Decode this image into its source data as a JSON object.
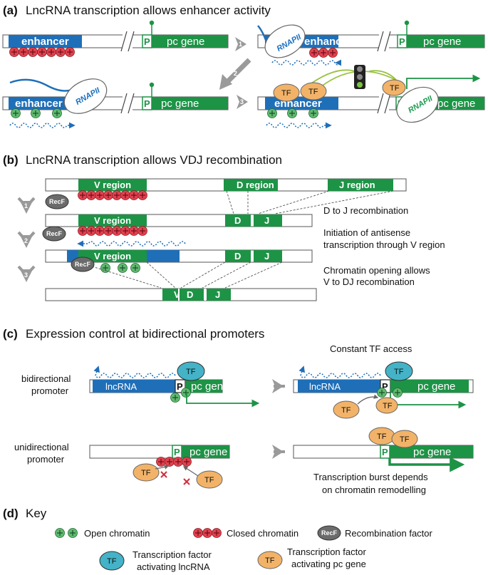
{
  "sections": {
    "a": {
      "letter": "(a)",
      "title": "LncRNA transcription allows enhancer activity"
    },
    "b": {
      "letter": "(b)",
      "title": "LncRNA transcription allows VDJ recombination"
    },
    "c": {
      "letter": "(c)",
      "title": "Expression control at bidirectional promoters"
    },
    "d": {
      "letter": "(d)",
      "title": "Key"
    }
  },
  "labels": {
    "enhancer": "enhancer",
    "pc_gene": "pc gene",
    "promoter": "P",
    "rnapii": "RNAPII",
    "tf": "TF",
    "recf": "RecF",
    "lncrna": "lncRNA",
    "v_region": "V region",
    "d_region": "D region",
    "j_region": "J region",
    "v": "V",
    "d": "D",
    "j": "J"
  },
  "steps": {
    "one": "1",
    "two": "2",
    "three": "3"
  },
  "b_notes": {
    "note1": "D to J recombination",
    "note2_line1": "Initiation of antisense",
    "note2_line2": "transcription through V region",
    "note3_line1": "Chromatin opening allows",
    "note3_line2": "V to DJ recombination"
  },
  "c_notes": {
    "bidirectional_line1": "bidirectional",
    "bidirectional_line2": "promoter",
    "unidirectional_line1": "unidirectional",
    "unidirectional_line2": "promoter",
    "constant": "Constant TF access",
    "burst_line1": "Transcription burst depends",
    "burst_line2": "on chromatin remodelling"
  },
  "key": {
    "open": "Open chromatin",
    "closed": "Closed chromatin",
    "recf": "Recombination  factor",
    "tf_lnc_line1": "Transcription factor",
    "tf_lnc_line2": "activating lncRNA",
    "tf_pc_line1": "Transcription factor",
    "tf_pc_line2": "activating pc gene"
  },
  "colors": {
    "enhancer_blue": "#1f6fb8",
    "pc_green": "#1d9346",
    "closed_red": "#e0414e",
    "open_green": "#5fba6f",
    "tf_orange": "#f2b368",
    "tf_teal": "#44b3c8",
    "recf_grey": "#6b6b6b",
    "arrow_grey": "#9a9a9a"
  }
}
